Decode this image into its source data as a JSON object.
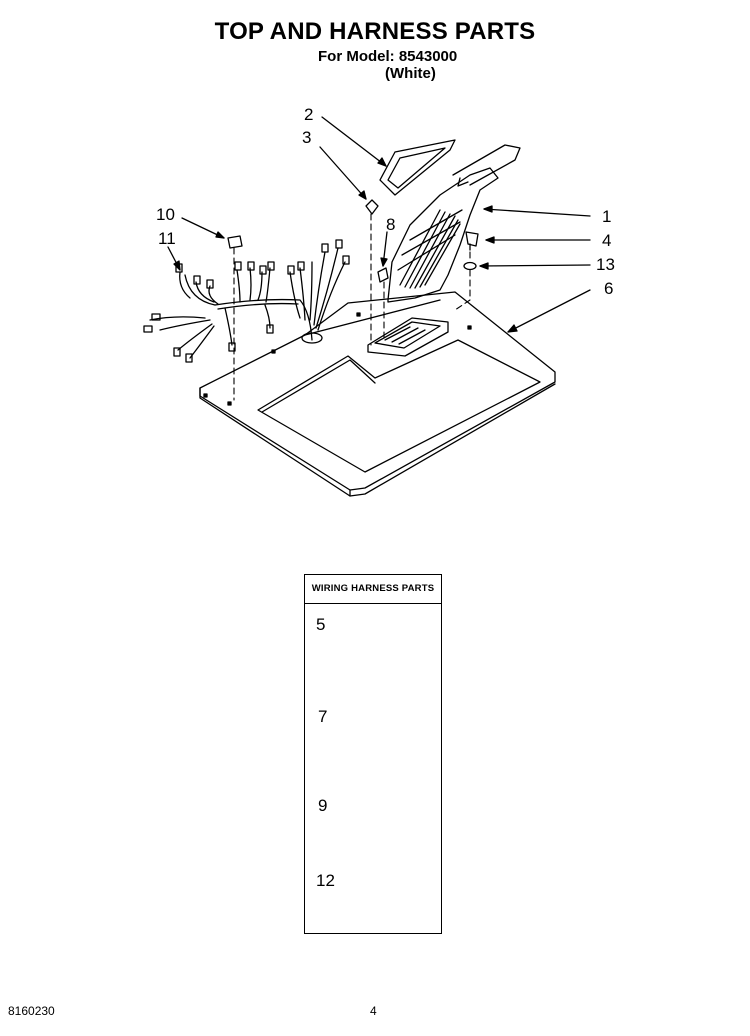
{
  "title": "TOP AND HARNESS PARTS",
  "model_line": "For Model: 8543000",
  "color_line": "(White)",
  "callouts": {
    "c1": "1",
    "c2": "2",
    "c3": "3",
    "c4": "4",
    "c6": "6",
    "c8": "8",
    "c10": "10",
    "c11": "11",
    "c13": "13"
  },
  "inset": {
    "header": "WIRING HARNESS PARTS",
    "c5": "5",
    "c7": "7",
    "c9": "9",
    "c12": "12"
  },
  "footer": {
    "doc_number": "8160230",
    "page_number": "4"
  }
}
